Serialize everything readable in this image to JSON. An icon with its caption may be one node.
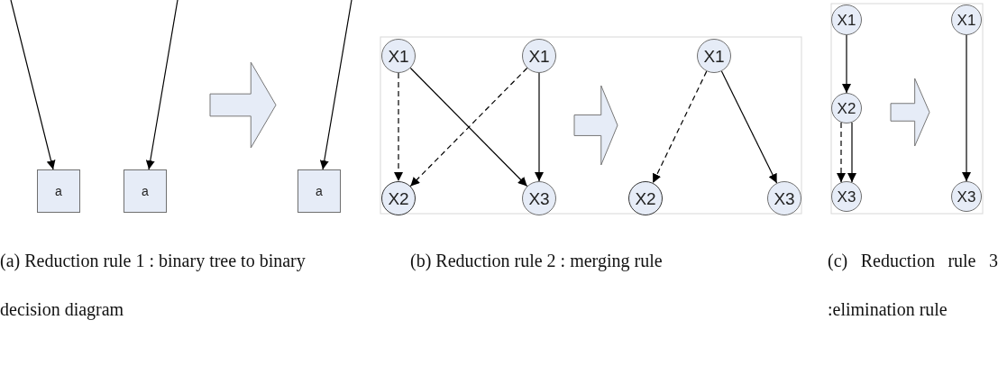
{
  "diagram": {
    "nodes": [
      {
        "text": [
          "a"
        ]
      },
      {
        "text": [
          "a"
        ]
      },
      {
        "text": [
          "a"
        ]
      },
      {
        "text": [
          "X1"
        ]
      },
      {
        "text": [
          "X1"
        ]
      },
      {
        "text": [
          "X2"
        ]
      },
      {
        "text": [
          "X3"
        ]
      },
      {
        "text": [
          "X1"
        ]
      },
      {
        "text": [
          "X2"
        ]
      },
      {
        "text": [
          "X3"
        ]
      },
      {
        "text": [
          "X1"
        ]
      },
      {
        "text": [
          "X2"
        ]
      },
      {
        "text": [
          "X3"
        ]
      },
      {
        "text": [
          "X1"
        ]
      },
      {
        "text": [
          "X3"
        ]
      }
    ],
    "edges": [
      {
        "from": null,
        "to": 0,
        "arrow": "to"
      },
      {
        "from": null,
        "to": 1,
        "arrow": "to"
      },
      {
        "from": null,
        "to": 2,
        "arrow": "to"
      },
      {
        "from": 3,
        "to": 5,
        "arrow": "to",
        "style": "dashed"
      },
      {
        "from": 3,
        "to": 6,
        "arrow": "to"
      },
      {
        "from": 4,
        "to": 5,
        "arrow": "to",
        "style": "dashed"
      },
      {
        "from": 4,
        "to": 6,
        "arrow": "to"
      },
      {
        "from": 7,
        "to": 8,
        "arrow": "to",
        "style": "dashed"
      },
      {
        "from": 7,
        "to": 9,
        "arrow": "to"
      },
      {
        "from": 10,
        "to": 11,
        "arrow": "to"
      },
      {
        "from": 11,
        "to": 12,
        "arrow": "to",
        "style": "dashed"
      },
      {
        "from": 11,
        "to": 12,
        "arrow": "to"
      },
      {
        "from": 13,
        "to": 14,
        "arrow": "to"
      }
    ],
    "labels": [
      "(a) Reduction rule 1 : binary tree to binary decision diagram",
      "(b) Reduction rule 2 : merging rule",
      "(c) Reduction rule 3 :elimination rule"
    ]
  }
}
